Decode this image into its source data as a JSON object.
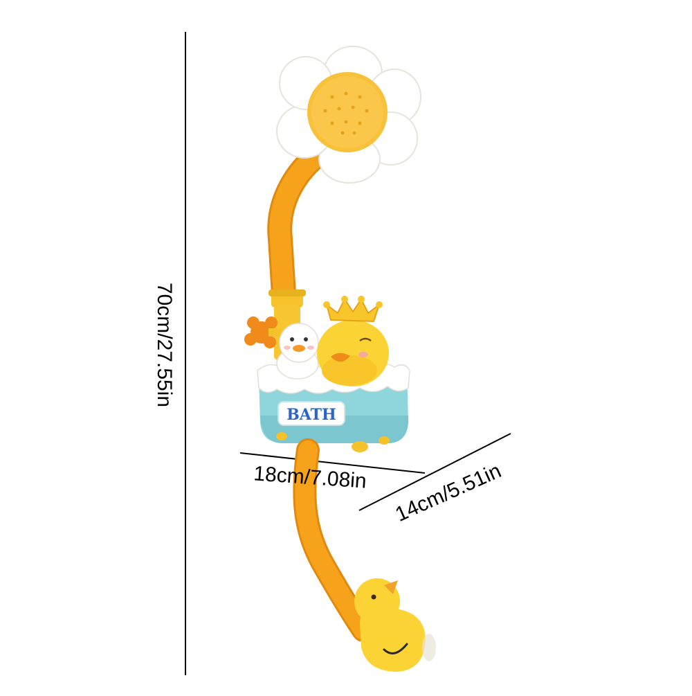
{
  "dimensions": {
    "height": "70cm/27.55in",
    "width": "18cm/7.08in",
    "depth": "14cm/5.51in"
  },
  "product": {
    "tub_label": "BATH"
  },
  "colors": {
    "background": "#ffffff",
    "hose": "#f7a21b",
    "petal": "#ffffff",
    "flower_center": "#f8c13a",
    "duck": "#fbd335",
    "tub": "#8fd6dc",
    "tub_text": "#2a64c8",
    "dimension_lines": "#000000"
  }
}
